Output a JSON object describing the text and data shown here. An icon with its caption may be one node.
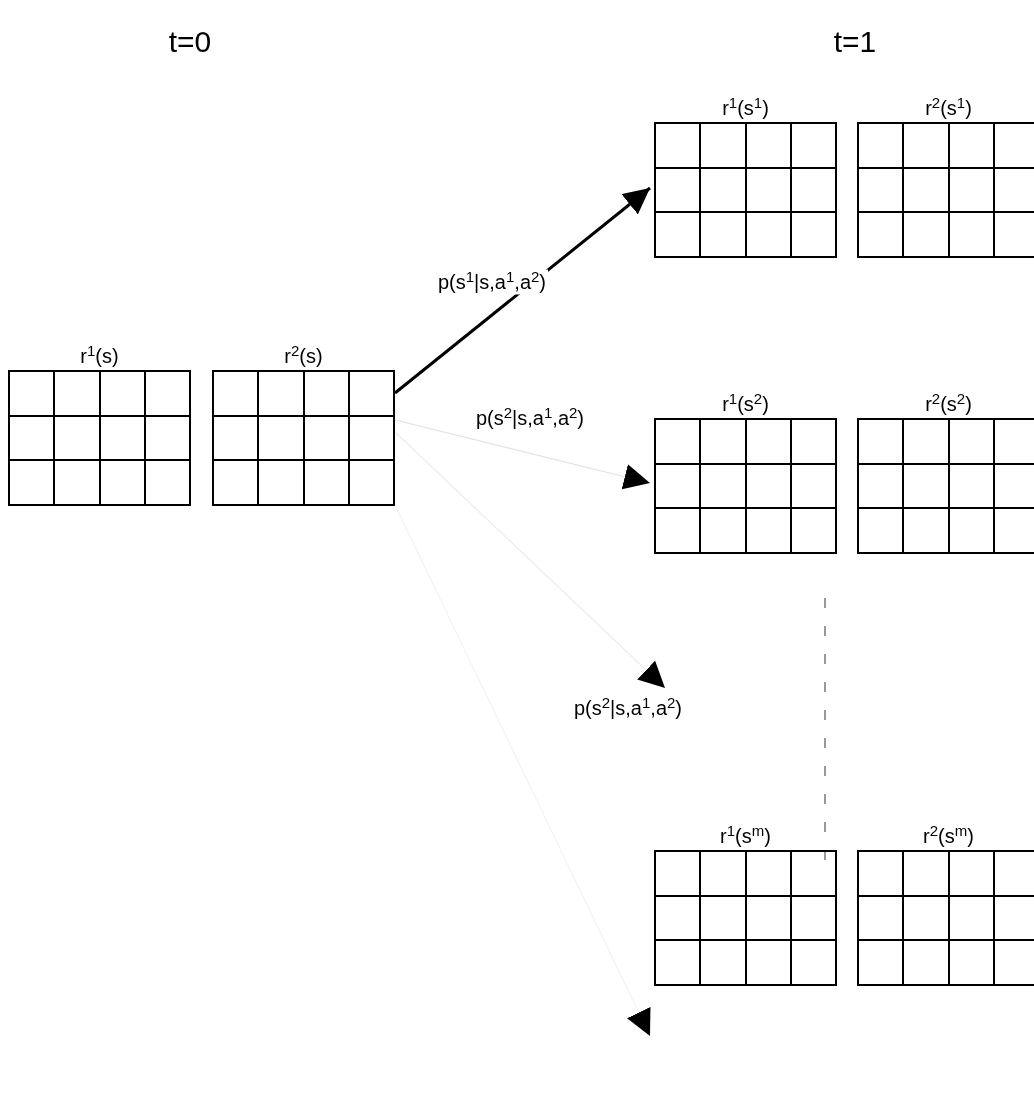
{
  "diagram": {
    "nodes": [
      {
        "text": [
          "r$^{1}$(s)"
        ]
      },
      {
        "text": [
          "r$^{2}$(s)"
        ]
      },
      {
        "text": [
          "r$^{1}$(s$^{1}$)"
        ]
      },
      {
        "text": [
          "r$^{2}$(s$^{1}$)"
        ]
      },
      {
        "text": [
          "r$^{1}$(s$^{2}$)"
        ]
      },
      {
        "text": [
          "r$^{2}$(s$^{2}$)"
        ]
      },
      {
        "text": [
          "r$^{1}$(s$^{m}$)"
        ]
      },
      {
        "text": [
          "r$^{2}$(s$^{m}$)"
        ]
      }
    ],
    "edges": [
      {
        "from": 1,
        "to": 2,
        "arrow": "to",
        "label": "p(s$^{1}$|s,a$^{1}$,a$^{2}$)",
        "style": "thick"
      },
      {
        "from": 1,
        "to": 4,
        "arrow": "to",
        "label": "p(s$^{2}$|s,a$^{1}$,a$^{2}$)",
        "color": "#e2e2e2"
      },
      {
        "from": 1,
        "to": null,
        "arrow": "to",
        "label": "p(s$^{2}$|s,a$^{1}$,a$^{2}$)",
        "color": "#ececec"
      },
      {
        "from": 1,
        "to": 6,
        "arrow": "to",
        "color": "#f2f2f2"
      }
    ],
    "labels": [
      "t=0",
      "t=1"
    ]
  }
}
